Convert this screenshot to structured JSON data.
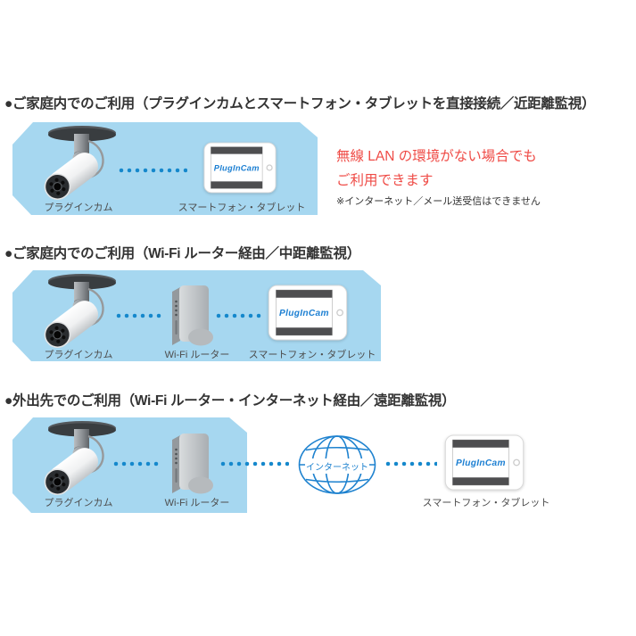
{
  "colors": {
    "area_blue": "#a6d7f0",
    "dot_blue": "#1588cc",
    "heading_text": "#333333",
    "label_text": "#4d4d4d",
    "red_text": "#ef4b46",
    "logo_blue": "#1c7fd2",
    "globe_blue": "#1e82cf"
  },
  "sections": [
    {
      "heading": "●ご家庭内でのご利用（プラグインカムとスマートフォン・タブレットを直接接続／近距離監視）",
      "camera_label": "プラグインカム",
      "tablet_label": "スマートフォン・タブレット",
      "tablet_logo": "PlugInCam",
      "side_note": {
        "line1": "無線 LAN の環境がない場合でも",
        "line2": "ご利用できます",
        "caption": "※インターネット／メール送受信はできません"
      }
    },
    {
      "heading": "●ご家庭内でのご利用（Wi-Fi ルーター経由／中距離監視）",
      "camera_label": "プラグインカム",
      "router_label": "Wi-Fi ルーター",
      "tablet_label": "スマートフォン・タブレット",
      "tablet_logo": "PlugInCam"
    },
    {
      "heading": "●外出先でのご利用（Wi-Fi ルーター・インターネット経由／遠距離監視）",
      "camera_label": "プラグインカム",
      "router_label": "Wi-Fi ルーター",
      "internet_label": "インターネット",
      "tablet_label": "スマートフォン・タブレット",
      "tablet_logo": "PlugInCam"
    }
  ]
}
